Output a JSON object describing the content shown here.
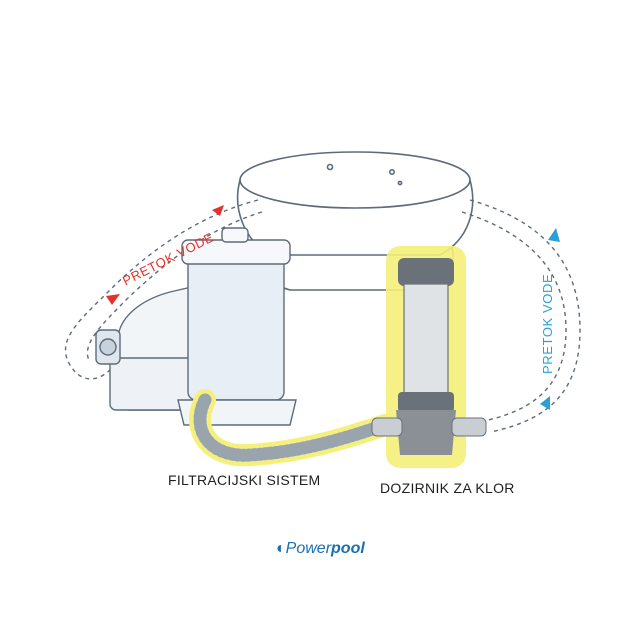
{
  "labels": {
    "filter_system": "FILTRACIJSKI SISTEM",
    "chlorinator": "DOZIRNIK ZA KLOR",
    "flow_left": "PRETOK VODE",
    "flow_right": "PRETOK VODE"
  },
  "logo": {
    "part1": "Power",
    "part2": "pool"
  },
  "colors": {
    "flow_red": "#e2332a",
    "flow_blue": "#2aa0d8",
    "highlight": "#f4f07a",
    "outline": "#5d6b7a"
  },
  "icons": [
    "pool-icon",
    "filter-pump-icon",
    "hose-icon",
    "chlorinator-icon",
    "arrow-icon"
  ]
}
